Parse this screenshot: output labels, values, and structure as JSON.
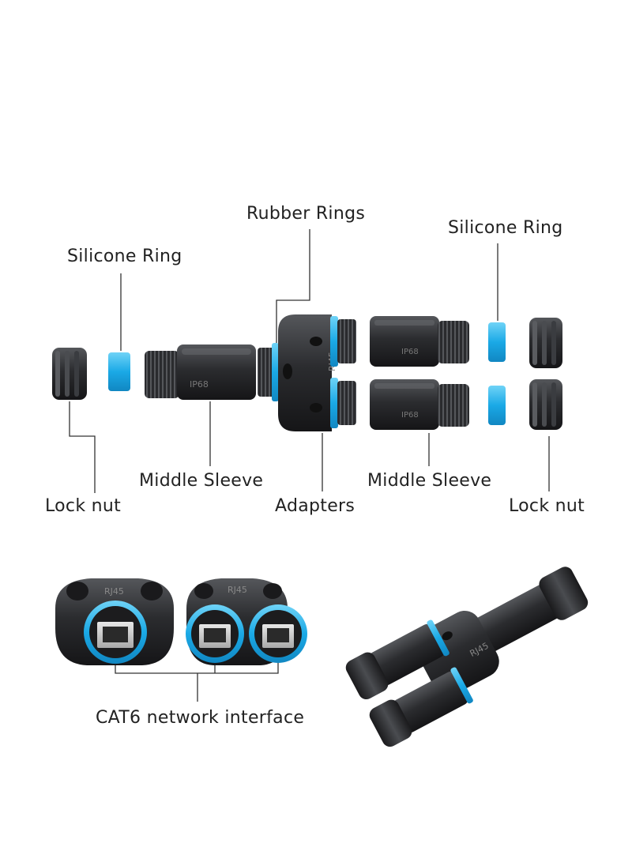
{
  "labels": {
    "silicone_ring_left": "Silicone Ring",
    "rubber_rings": "Rubber Rings",
    "silicone_ring_right": "Silicone Ring",
    "middle_sleeve_left": "Middle Sleeve",
    "middle_sleeve_right": "Middle Sleeve",
    "lock_nut_left": "Lock nut",
    "adapters": "Adapters",
    "lock_nut_right": "Lock nut",
    "cat6": "CAT6 network interface"
  },
  "part_markings": {
    "rj45": "RJ45",
    "ip68": "IP68"
  },
  "colors": {
    "accent_blue": "#1aa9e6",
    "body_black": "#2a2a2c",
    "leader_line": "#333333",
    "label_text": "#222222"
  },
  "icons": [
    "lock-nut-icon",
    "silicone-ring-icon",
    "middle-sleeve-icon",
    "t-adapter-icon",
    "rj45-port-icon",
    "assembled-splitter-icon"
  ]
}
